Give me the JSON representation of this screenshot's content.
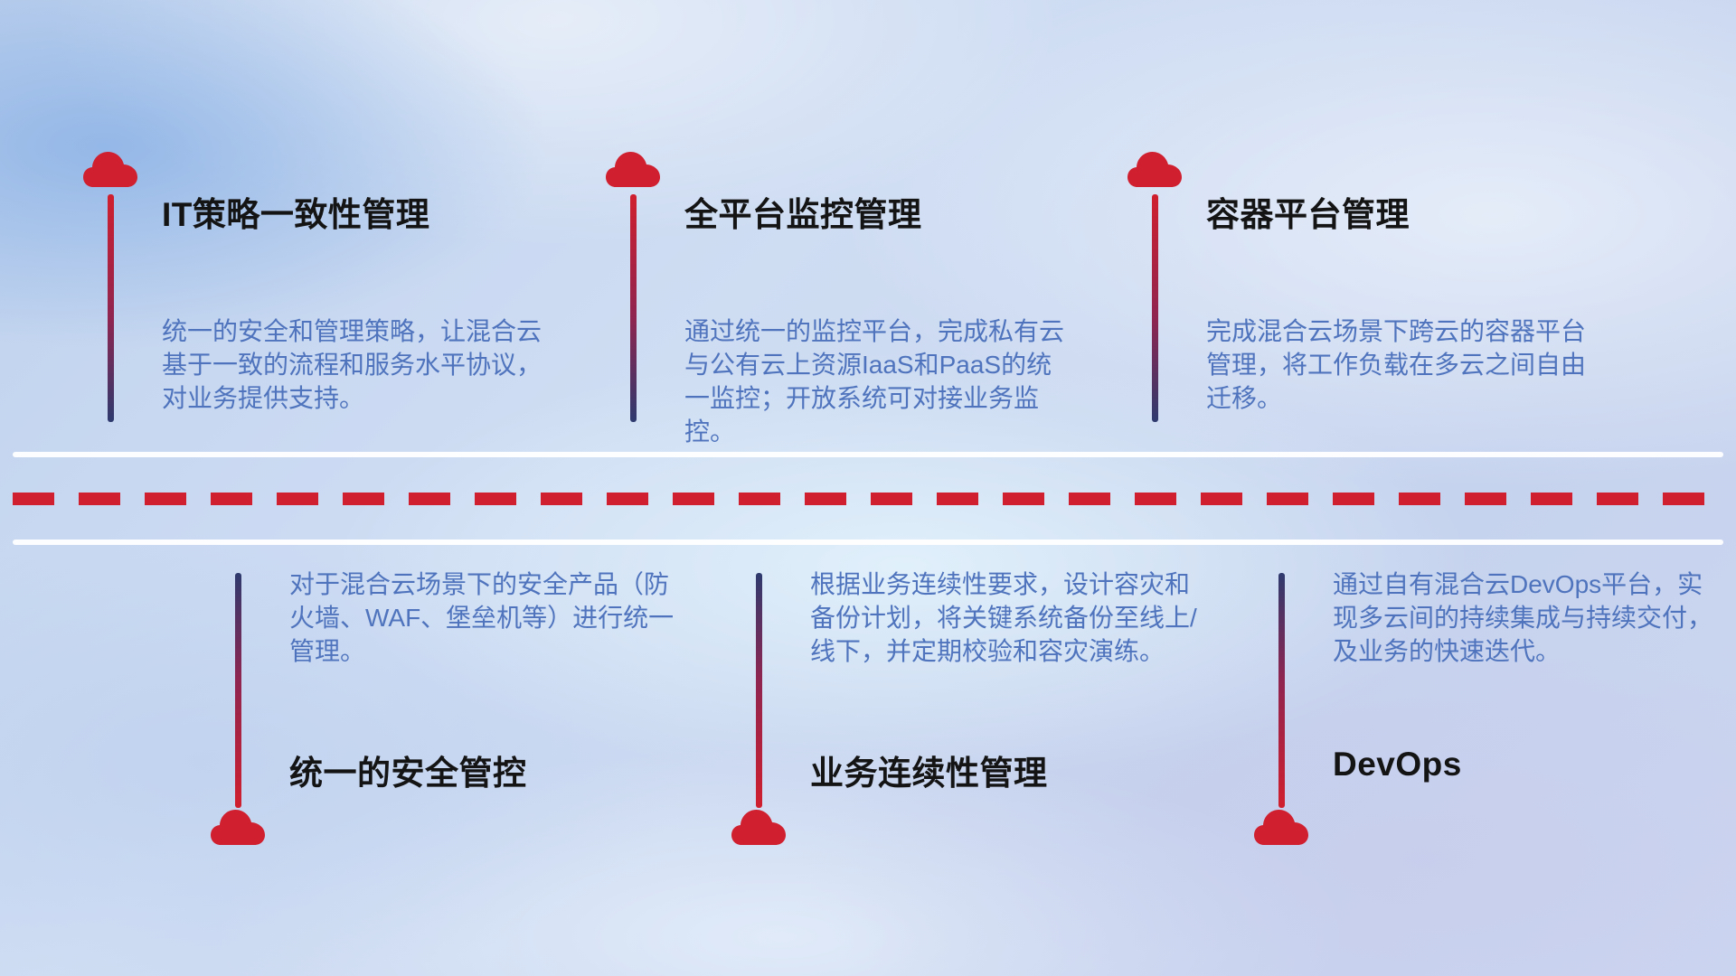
{
  "colors": {
    "accent_red": "#d01f2e",
    "line_navy": "#2e3a6e",
    "desc_blue": "#4f74bd",
    "title_black": "#141414"
  },
  "top_items": [
    {
      "title": "IT策略一致性管理",
      "description": "统一的安全和管理策略，让混合云基于一致的流程和服务水平协议，对业务提供支持。"
    },
    {
      "title": "全平台监控管理",
      "description": "通过统一的监控平台，完成私有云与公有云上资源IaaS和PaaS的统一监控；开放系统可对接业务监控。"
    },
    {
      "title": "容器平台管理",
      "description": "完成混合云场景下跨云的容器平台管理，将工作负载在多云之间自由迁移。"
    }
  ],
  "bottom_items": [
    {
      "title": "统一的安全管控",
      "description": "对于混合云场景下的安全产品（防火墙、WAF、堡垒机等）进行统一管理。"
    },
    {
      "title": "业务连续性管理",
      "description": "根据业务连续性要求，设计容灾和备份计划，将关键系统备份至线上/线下，并定期校验和容灾演练。"
    },
    {
      "title": "DevOps",
      "description": "通过自有混合云DevOps平台，实现多云间的持续集成与持续交付，及业务的快速迭代。"
    }
  ]
}
